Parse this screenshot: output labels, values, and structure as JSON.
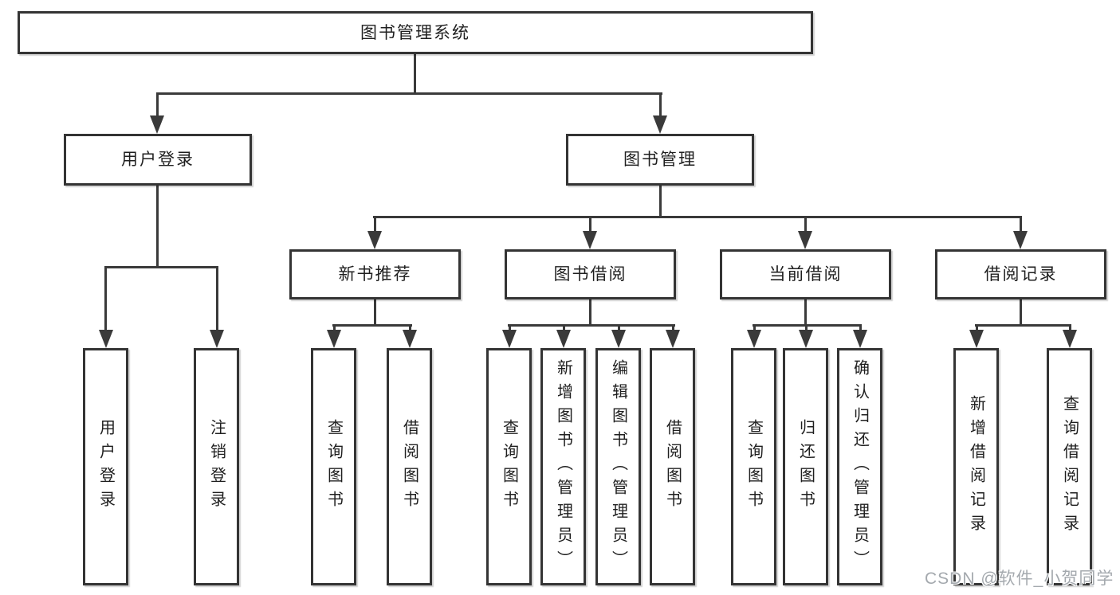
{
  "tree": {
    "label": "图书管理系统",
    "children": [
      {
        "label": "用户登录",
        "children": [
          {
            "label": "用户登录"
          },
          {
            "label": "注销登录"
          }
        ]
      },
      {
        "label": "图书管理",
        "children": [
          {
            "label": "新书推荐",
            "children": [
              {
                "label": "查询图书"
              },
              {
                "label": "借阅图书"
              }
            ]
          },
          {
            "label": "图书借阅",
            "children": [
              {
                "label": "查询图书"
              },
              {
                "label": "新增图书（管理员）"
              },
              {
                "label": "编辑图书（管理员）"
              },
              {
                "label": "借阅图书"
              }
            ]
          },
          {
            "label": "当前借阅",
            "children": [
              {
                "label": "查询图书"
              },
              {
                "label": "归还图书"
              },
              {
                "label": "确认归还（管理员）"
              }
            ]
          },
          {
            "label": "借阅记录",
            "children": [
              {
                "label": "新增借阅记录"
              },
              {
                "label": "查询借阅记录"
              }
            ]
          }
        ]
      }
    ]
  },
  "watermark": {
    "text": "CSDN @软件_小贺同学"
  },
  "colors": {
    "line": "#3a3a3a",
    "box_border": "#343434",
    "box_fill": "#ffffff",
    "text": "#1f1f1f",
    "watermark": "#a4a9ae",
    "background": "#ffffff"
  }
}
